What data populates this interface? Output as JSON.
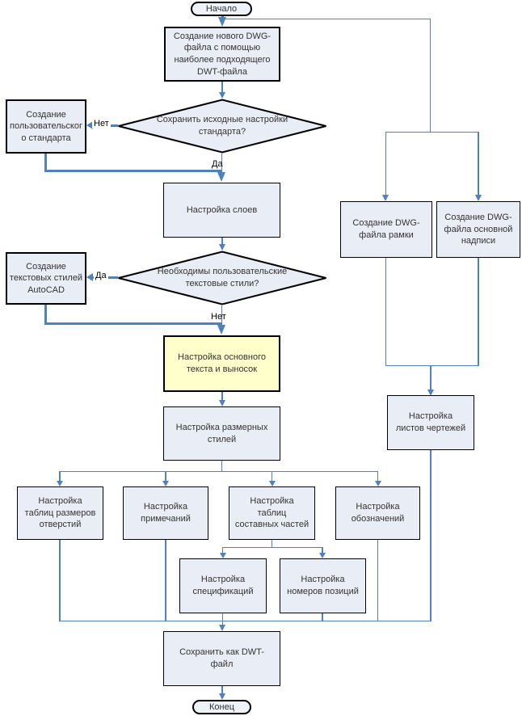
{
  "diagram": {
    "language": "ru",
    "type": "flowchart"
  },
  "colors": {
    "connector_line": "#4f81bd",
    "node_fill": "#e9edf6",
    "highlight_fill": "#ffffcb",
    "node_border": "#000000",
    "text": "#333333"
  },
  "nodes": {
    "start": "Начало",
    "create_dwg": "Создание нового DWG-\nфайла с помощью\nнаиболее подходящего\nDWT-файла",
    "keep_settings_q": "Сохранить исходные настройки\nстандарта?",
    "custom_standard": "Создание\nпользовательског\nо стандарта",
    "layers": "Настройка слоев",
    "text_styles_q": "Необходимы пользовательские\nтекстовые стили?",
    "autocad_text_styles": "Создание\nтекстовых стилей\nAutoCAD",
    "main_text": "Настройка основного\nтекста и выносок",
    "dim_styles": "Настройка размерных\nстилей",
    "hole_tables": "Настройка\nтаблиц размеров\nотверстий",
    "notes": "Настройка\nпримечаний",
    "parts_tables": "Настройка\nтаблиц\nсоставных частей",
    "symbols": "Настройка\nобозначений",
    "specs": "Настройка\nспецификаций",
    "item_numbers": "Настройка\nномеров позиций",
    "frame_dwg": "Создание DWG-\nфайла рамки",
    "title_block_dwg": "Создание DWG-\nфайла основной\nнадписи",
    "sheets": "Настройка\nлистов чертежей",
    "save_dwt": "Сохранить как DWT-\nфайл",
    "end": "Конец"
  },
  "edge_labels": {
    "d1_no": "Нет",
    "d1_yes": "Да",
    "d2_yes": "Да",
    "d2_no": "Нет"
  }
}
